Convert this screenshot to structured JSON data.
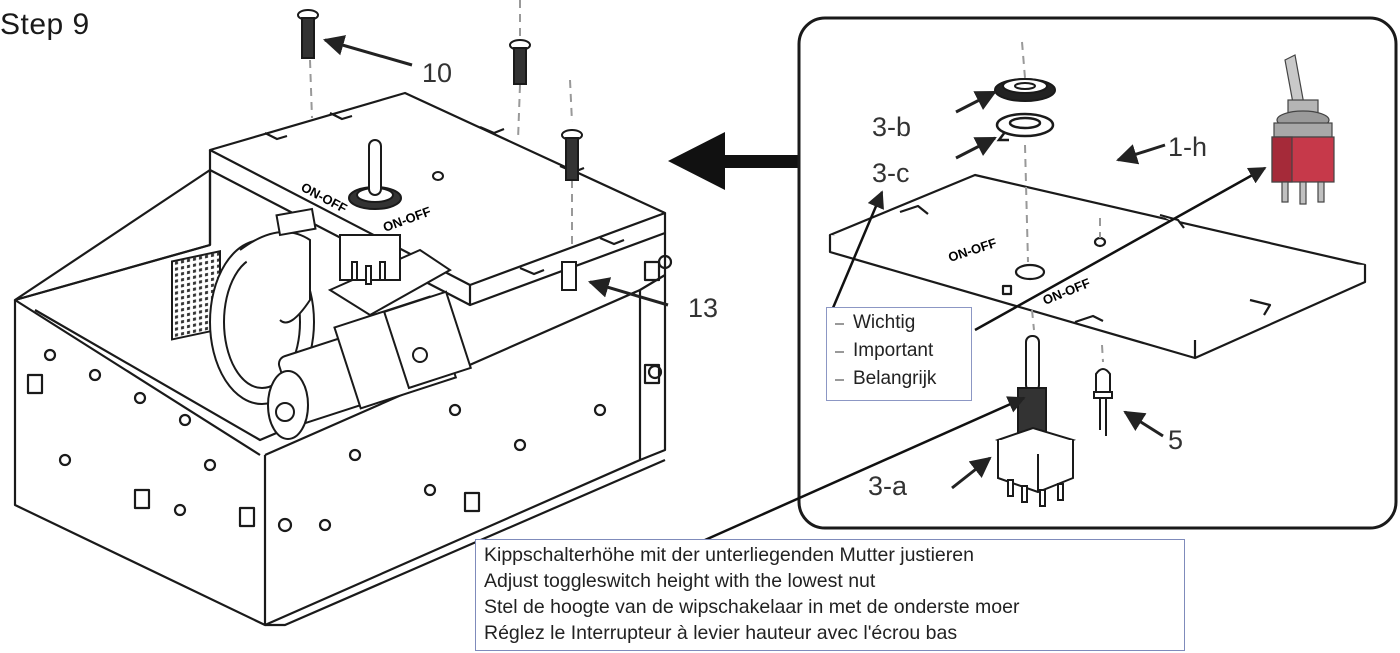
{
  "title": "Step 9",
  "panel_labels": {
    "switch_nut": "3-b",
    "switch_washer": "3-c",
    "panel": "1-h",
    "toggle_switch": "3-a",
    "led": "5"
  },
  "main_labels": {
    "screw": "10",
    "bracket": "13"
  },
  "engraving": {
    "on_off": "ON-OFF"
  },
  "important_note": [
    "Wichtig",
    "Important",
    "Belangrijk"
  ],
  "instructions": [
    "Kippschalterhöhe mit der unterliegenden Mutter justieren",
    "Adjust toggleswitch height with the lowest nut",
    "Stel de hoogte van de wipschakelaar in met de onderste moer",
    "Réglez le Interrupteur à  levier hauteur avec l'écrou bas"
  ],
  "colors": {
    "line": "#1a1a1a",
    "switch_red": "#c6394a",
    "switch_metal": "#b8b8b8",
    "note_border": "#8c97c4"
  }
}
